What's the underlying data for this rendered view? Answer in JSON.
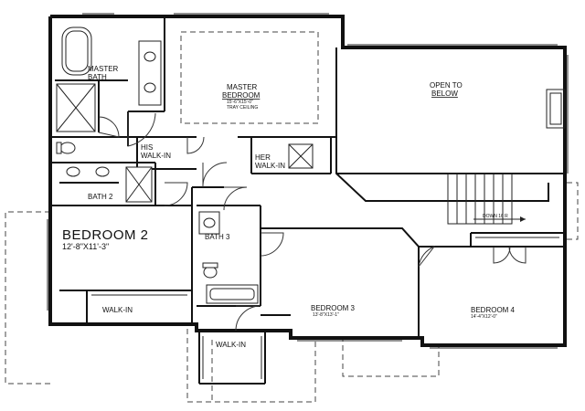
{
  "rooms": {
    "master_bath": {
      "line1": "MASTER",
      "line2": "BATH"
    },
    "master_bedroom": {
      "line1": "MASTER",
      "line2": "BEDROOM",
      "dims": "15'-6\"X15'-0\"",
      "note": "TRAY CEILING"
    },
    "open_to_below": {
      "line1": "OPEN TO",
      "line2": "BELOW"
    },
    "his_walkin": {
      "line1": "HIS",
      "line2": "WALK-IN"
    },
    "her_walkin": {
      "line1": "HER",
      "line2": "WALK-IN"
    },
    "bath2": {
      "label": "BATH 2"
    },
    "bedroom2": {
      "label": "BEDROOM 2",
      "dims": "12'-8\"X11'-3\""
    },
    "bath3": {
      "label": "BATH 3"
    },
    "walkin_bed2": {
      "label": "WALK-IN"
    },
    "walkin_bed3": {
      "label": "WALK-IN"
    },
    "bedroom3": {
      "label": "BEDROOM 3",
      "dims": "13'-8\"X13'-1\""
    },
    "bedroom4": {
      "label": "BEDROOM 4",
      "dims": "14'-4\"X12'-0\""
    },
    "stair": {
      "label": "DOWN 16 R"
    }
  }
}
